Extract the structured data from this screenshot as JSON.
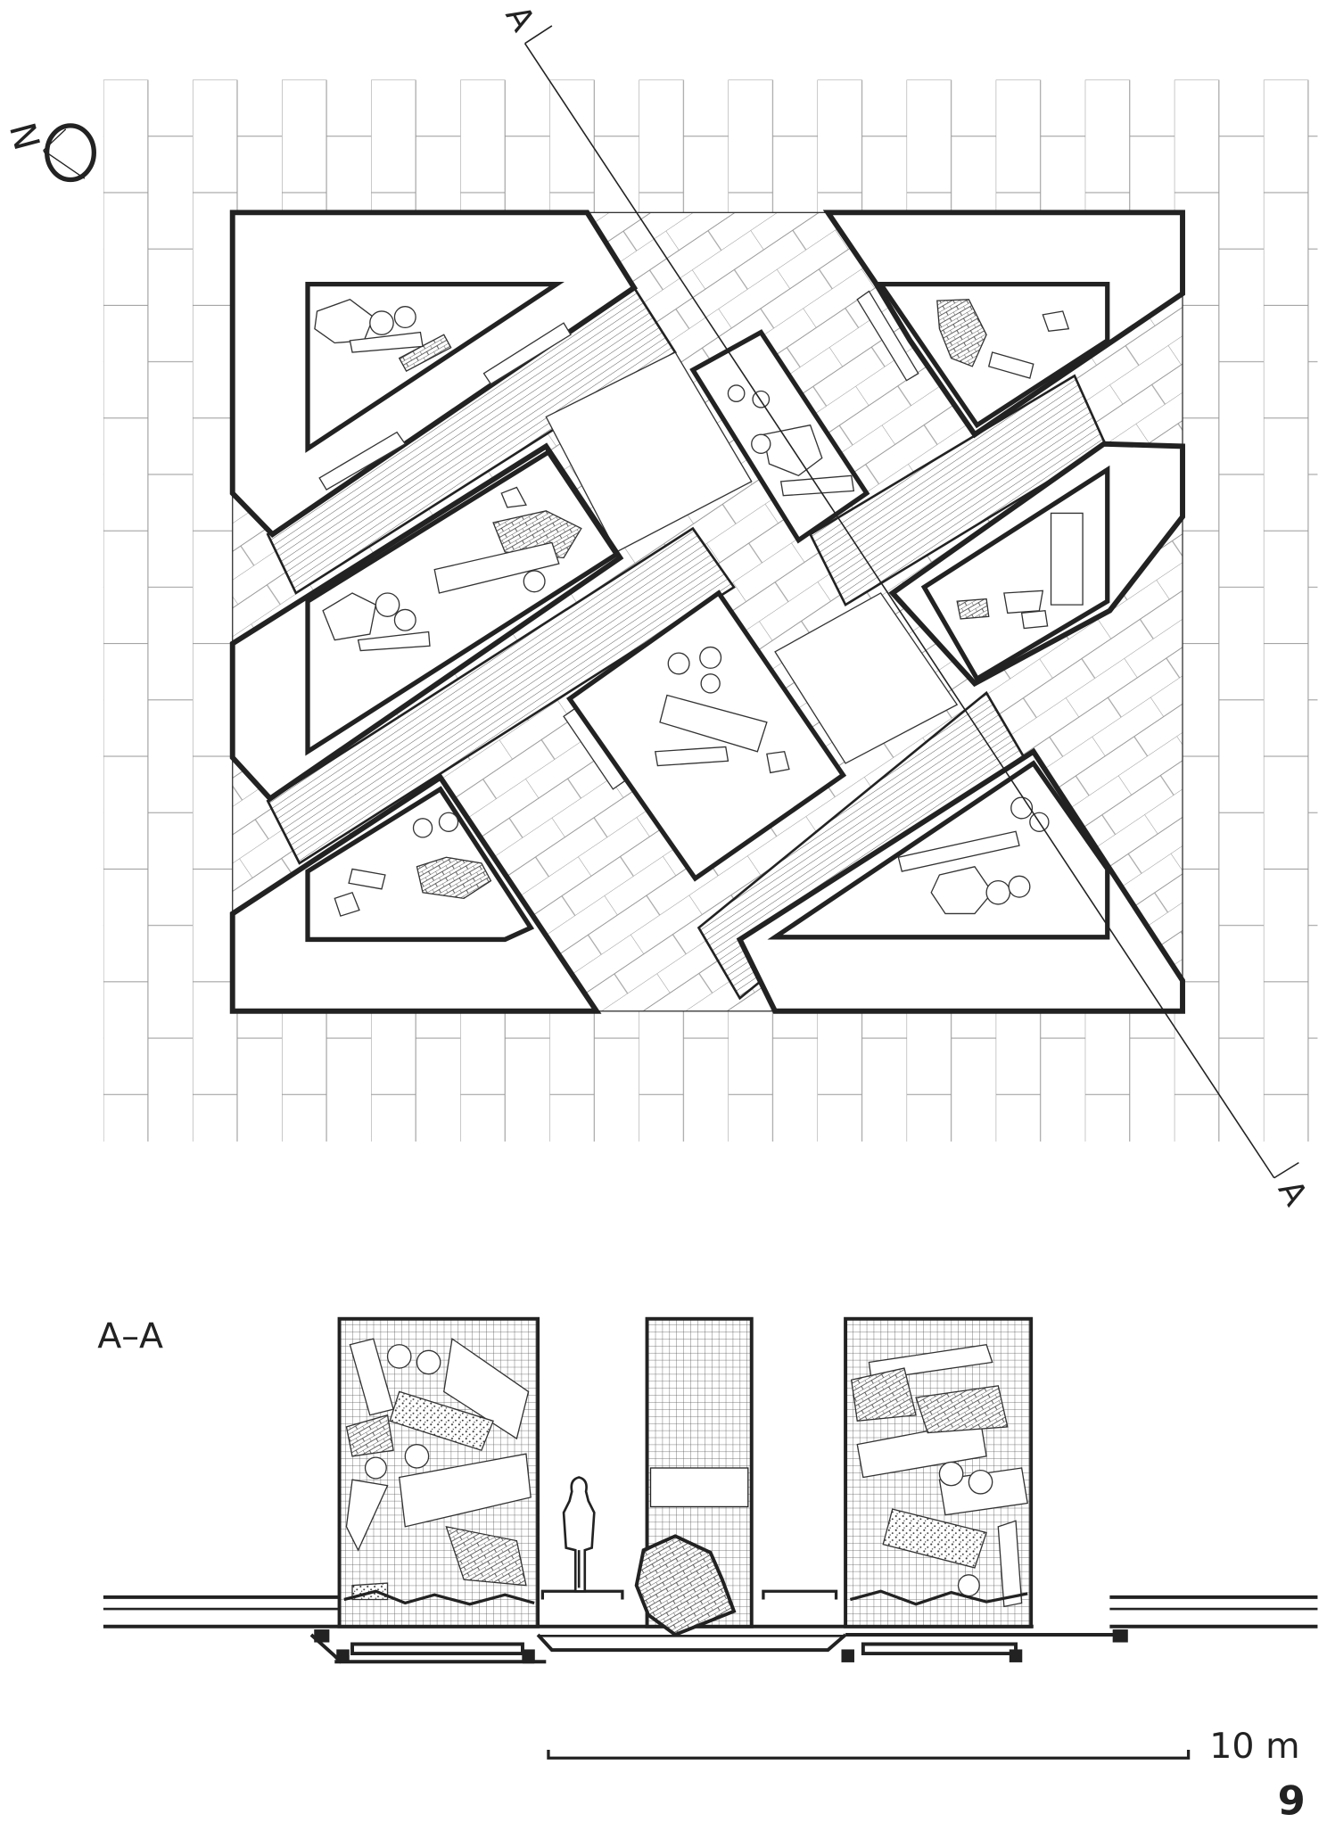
{
  "plan": {
    "north_label": "N",
    "section_marker_top": "A",
    "section_marker_bottom": "A"
  },
  "section": {
    "title": "A–A"
  },
  "scale_bar": {
    "label": "10 m"
  },
  "figure_number": "9"
}
